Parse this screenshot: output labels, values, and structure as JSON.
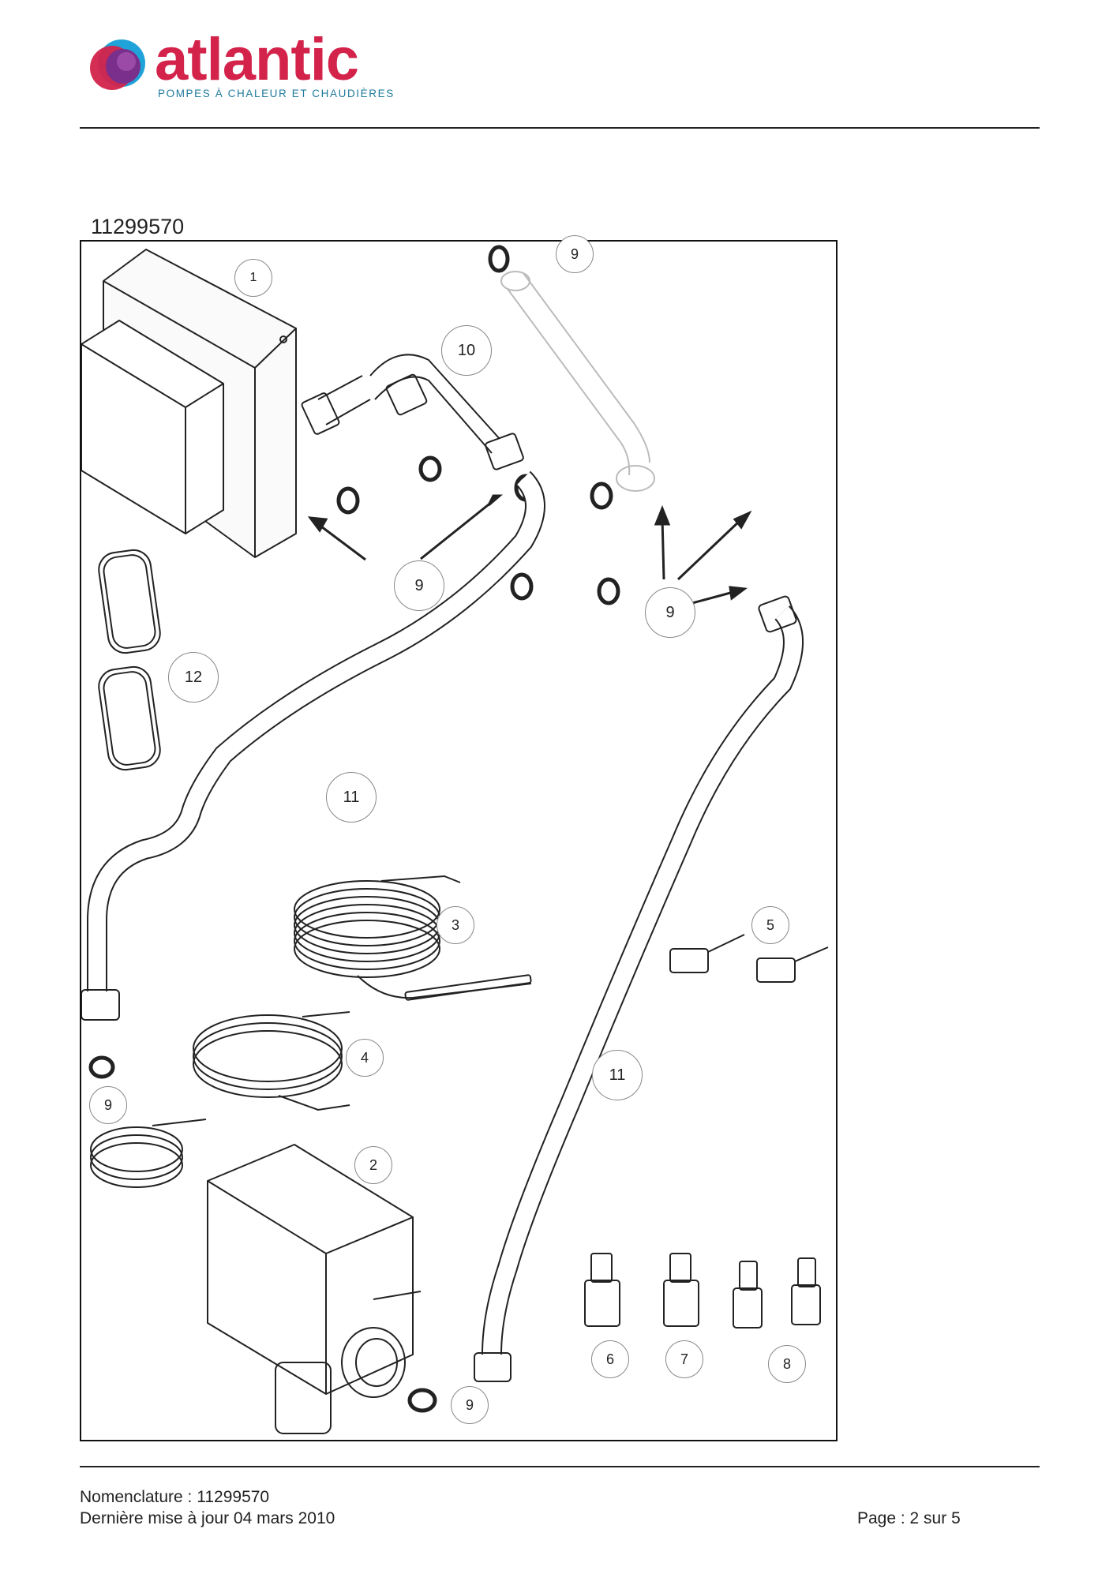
{
  "header": {
    "brand": "atlantic",
    "tagline": "POMPES À CHALEUR ET CHAUDIÈRES",
    "colors": {
      "brand_red": "#d3234b",
      "tagline_blue": "#1f7a9c",
      "logo_purple": "#7a2f8c",
      "logo_blue": "#1fa3d8"
    }
  },
  "document": {
    "reference": "11299570"
  },
  "diagram": {
    "callouts": [
      {
        "id": "c1",
        "label": "1"
      },
      {
        "id": "c9a",
        "label": "9"
      },
      {
        "id": "c10",
        "label": "10"
      },
      {
        "id": "c9b",
        "label": "9"
      },
      {
        "id": "c9c",
        "label": "9"
      },
      {
        "id": "c12",
        "label": "12"
      },
      {
        "id": "c11a",
        "label": "11"
      },
      {
        "id": "c3",
        "label": "3"
      },
      {
        "id": "c5",
        "label": "5"
      },
      {
        "id": "c4",
        "label": "4"
      },
      {
        "id": "c11b",
        "label": "11"
      },
      {
        "id": "c9d",
        "label": "9"
      },
      {
        "id": "c2",
        "label": "2"
      },
      {
        "id": "c6",
        "label": "6"
      },
      {
        "id": "c7",
        "label": "7"
      },
      {
        "id": "c8",
        "label": "8"
      },
      {
        "id": "c9e",
        "label": "9"
      }
    ]
  },
  "footer": {
    "nomenclature": "Nomenclature : 11299570",
    "updated": "Dernière mise à jour 04 mars 2010",
    "page": "Page : 2 sur 5"
  }
}
